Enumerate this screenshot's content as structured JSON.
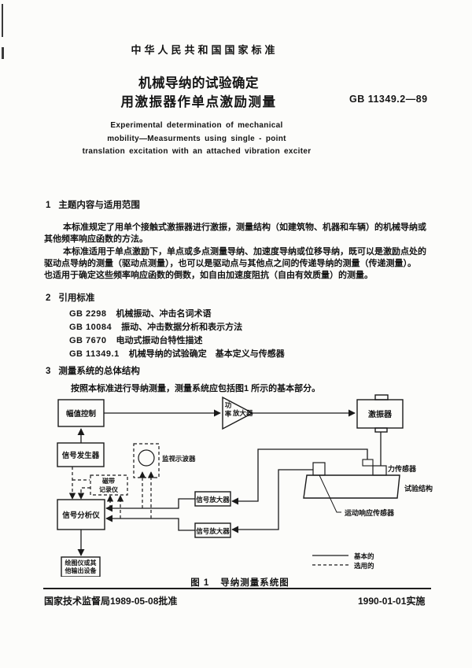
{
  "page": {
    "header": "中华人民共和国国家标准",
    "title_line1": "机械导纳的试验确定",
    "title_line2": "用激振器作单点激励测量",
    "standard_no": "GB 11349.2—89",
    "en_title_line1": "Experimental determination of mechanical",
    "en_title_line2": "mobility—Measurments using single - point",
    "en_title_line3": "translation excitation with an attached vibration exciter"
  },
  "section1": {
    "number": "1",
    "title": "主题内容与适用范围",
    "para1_line1": "本标准规定了用单个接触式激振器进行激振，测量结构（如建筑物、机器和车辆）的机械导纳或",
    "para1_line2": "其他频率响应函数的方法。",
    "para2_line1": "本标准适用于单点激励下，单点或多点测量导纳、加速度导纳或位移导纳，既可以是激励点处的",
    "para2_line2": "驱动点导纳的测量（驱动点测量），也可以是驱动点与其他点之间的传递导纳的测量（传递测量）。",
    "para2_line3": "也适用于确定这些频率响应函数的倒数，如自由加速度阻抗（自由有效质量）的测量。"
  },
  "section2": {
    "number": "2",
    "title": "引用标准",
    "refs": [
      {
        "code": "GB 2298",
        "name": "机械振动、冲击名词术语"
      },
      {
        "code": "GB 10084",
        "name": "振动、冲击数据分析和表示方法"
      },
      {
        "code": "GB 7670",
        "name": "电动式振动台特性描述"
      },
      {
        "code": "GB 11349.1",
        "name": "机械导纳的试验确定　基本定义与传感器"
      }
    ]
  },
  "section3": {
    "number": "3",
    "title": "测量系统的总体结构",
    "para": "按照本标准进行导纳测量，测量系统应包括图1 所示的基本部分。"
  },
  "diagram": {
    "amplitude_control": "幅值控制",
    "signal_generator": "信号发生器",
    "signal_analyzer": "信号分析仪",
    "plotter_line1": "绘图仪或其",
    "plotter_line2": "他输出设备",
    "power_amp_char1": "功",
    "power_amp_char2": "率",
    "power_amp_rest": "放大器",
    "exciter": "激振器",
    "oscilloscope": "监视示波器",
    "recorder_line1": "磁带",
    "recorder_line2": "记录仪",
    "signal_amp1": "信号放大器",
    "signal_amp2": "信号放大器",
    "force_sensor": "力传感器",
    "test_structure": "试验结构",
    "motion_sensor": "运动响应传感器",
    "legend_basic": "基本的",
    "legend_optional": "选用的"
  },
  "figure": {
    "caption_prefix": "图 1",
    "caption_text": "导纳测量系统图"
  },
  "footer": {
    "left": "国家技术监督局1989-05-08批准",
    "right": "1990-01-01实施"
  }
}
